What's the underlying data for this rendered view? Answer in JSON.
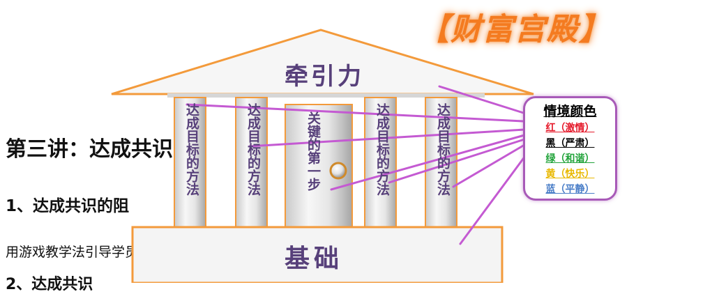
{
  "slide": {
    "title": "第三讲：达成共识",
    "heading": "1、达成共识的阻",
    "body": "用游戏教学法引导学员体验，理解影响团队之间的沟通和达成共识的阻碍。",
    "footer": "2、达成共识"
  },
  "diagram": {
    "brand": "【财富宫殿】",
    "roof_label": "牵引力",
    "columns": [
      "达成目标的方法",
      "达成目标的方法",
      "关键的第一步",
      "达成目标的方法",
      "达成目标的方法"
    ],
    "base_label": "基础",
    "legend": {
      "title": "情境颜色",
      "items": [
        {
          "label": "红（激情）",
          "color": "#e5192a"
        },
        {
          "label": "黑（严肃）",
          "color": "#000000"
        },
        {
          "label": "绿（和谐）",
          "color": "#21a33a"
        },
        {
          "label": "黄（快乐）",
          "color": "#e8b800"
        },
        {
          "label": "蓝（平静）",
          "color": "#4a7ec8"
        }
      ]
    }
  }
}
